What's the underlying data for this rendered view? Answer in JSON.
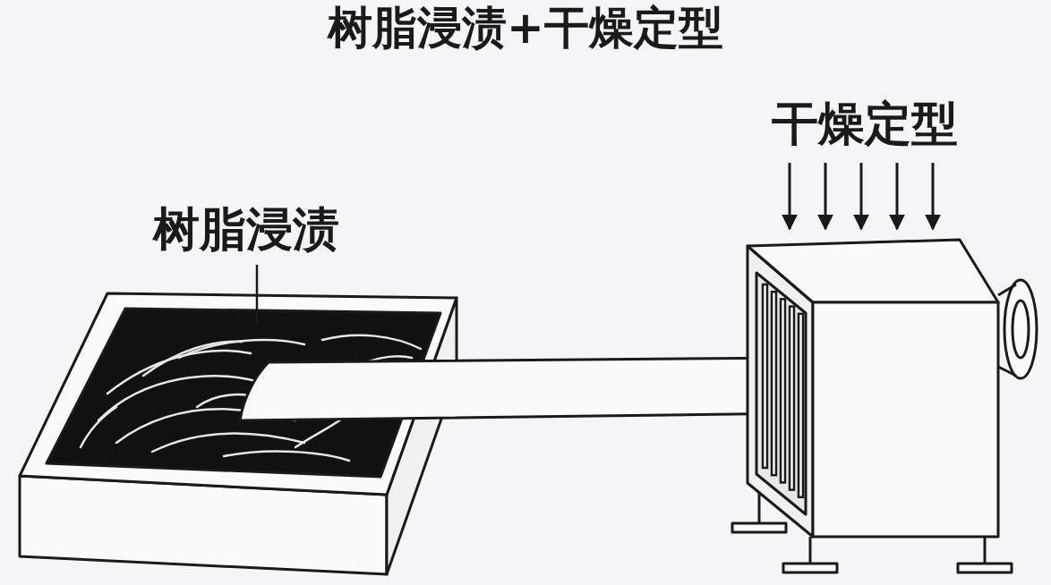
{
  "diagram": {
    "title": "树脂浸渍+干燥定型",
    "labels": [
      "树脂浸渍",
      "干燥定型"
    ]
  }
}
